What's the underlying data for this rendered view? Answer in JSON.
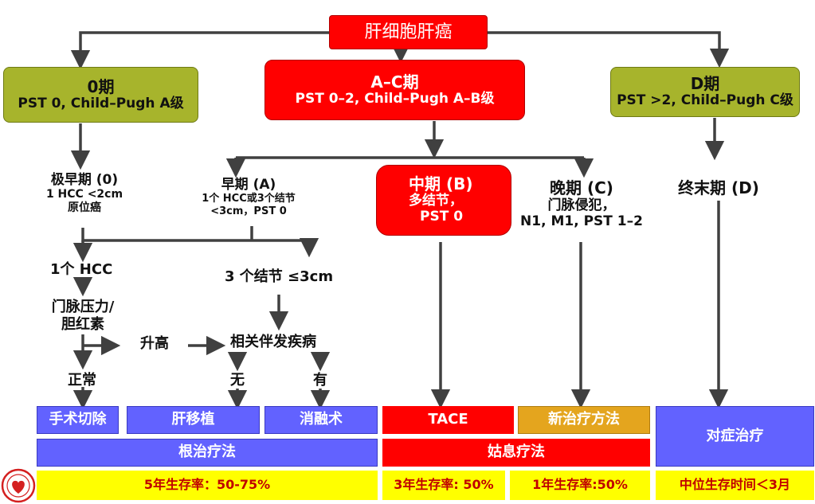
{
  "top": {
    "label": "肝细胞肝癌"
  },
  "stage_0": {
    "title": "0期",
    "subtitle": "PST 0, Child–Pugh A级"
  },
  "stage_ac": {
    "title": "A–C期",
    "subtitle": "PST 0–2, Child–Pugh A–B级"
  },
  "stage_d": {
    "title": "D期",
    "subtitle": "PST >2, Child–Pugh C级"
  },
  "very_early": {
    "title": "极早期 (0)",
    "line1": "1 HCC <2cm",
    "line2": "原位癌"
  },
  "early": {
    "title": "早期 (A)",
    "line1": "1个 HCC或3个结节",
    "line2": "<3cm，PST 0"
  },
  "intermediate": {
    "title": "中期 (B)",
    "line1": "多结节，",
    "line2": "PST 0"
  },
  "advanced": {
    "title": "晚期 (C)",
    "line1": "门脉侵犯，",
    "line2": "N1, M1, PST 1–2"
  },
  "terminal": {
    "title": "终末期 (D)"
  },
  "single_hcc": "1个 HCC",
  "three_nodules": "3 个结节 ≤3cm",
  "portal_pressure": {
    "line1": "门脉压力/",
    "line2": "胆红素"
  },
  "elevated": "升高",
  "comorbidity": "相关伴发疾病",
  "normal": "正常",
  "none": "无",
  "present": "有",
  "treatments": {
    "resection": "手术切除",
    "transplant": "肝移植",
    "ablation": "消融术",
    "tace": "TACE",
    "new_therapy": "新治疗方法",
    "symptomatic": "对症治疗"
  },
  "categories": {
    "curative": "根治疗法",
    "palliative": "姑息疗法"
  },
  "survival": {
    "curative": "5年生存率：50-75%",
    "tace": "3年生存率: 50%",
    "new_therapy": "1年生存率:50%",
    "symptomatic": "中位生存时间＜3月"
  },
  "colors": {
    "red": "#ff0000",
    "olive": "#a7b42c",
    "blue": "#6262ff",
    "yellow": "#ffff00",
    "gold": "#e4a51e"
  }
}
